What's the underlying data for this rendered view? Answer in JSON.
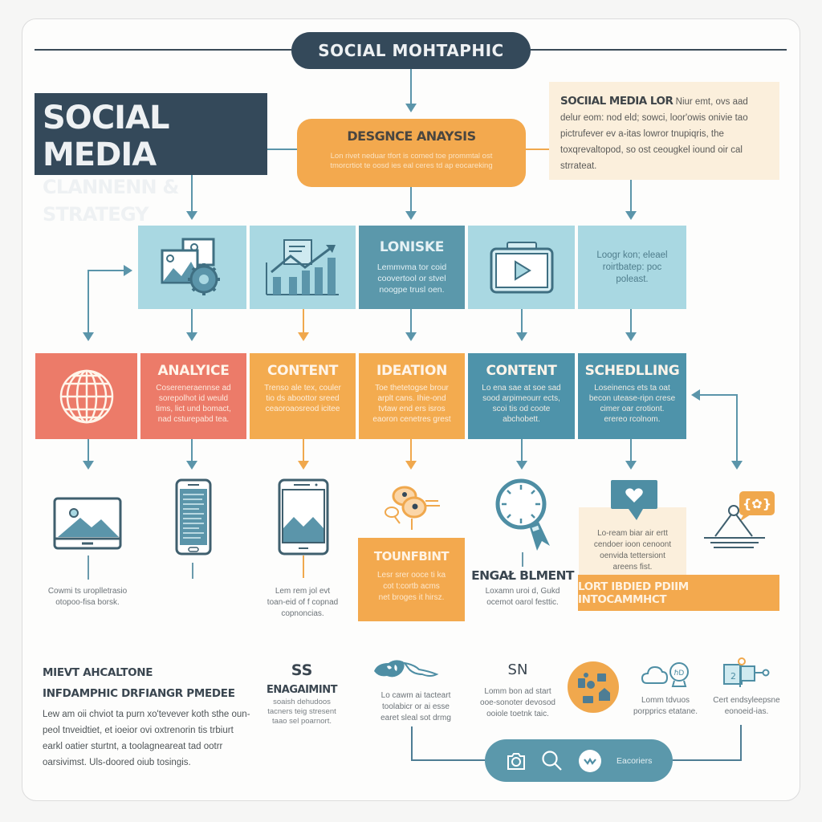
{
  "header": {
    "pill_title": "SOCIAL MOHTAPHIC"
  },
  "title_box": {
    "line1": "SOCIAL MEDIA",
    "line2": "CLANNENN & STRATEGY"
  },
  "analysis_box": {
    "title": "DESGNCE ANAYSIS",
    "text_line1": "Lon rivet neduar tfort is comed toe prommtal ost",
    "text_line2": "tmorcrtiot te oosd ies eal ceres td ap eocareking"
  },
  "note_box": {
    "title": "SOCIIAL MEDIA LOR",
    "text": "Niur emt, ovs aad delur eom: nod eld; sowci, loor'owis onivie tao pictrufever ev a-itas lowror tnupiqris, the toxqrevaltopod, so ost ceougkel iound oir cal strrateat."
  },
  "tiles": [
    {
      "type": "icon",
      "icon": "photos-gear-icon"
    },
    {
      "type": "icon",
      "icon": "bar-chart-trend-icon"
    },
    {
      "type": "text",
      "title": "LONISKE",
      "text": [
        "Lemmvma tor coid",
        "coovertool or stvel",
        "noogpe trusl oen."
      ]
    },
    {
      "type": "icon",
      "icon": "video-player-icon"
    },
    {
      "type": "text",
      "title": "",
      "text": [
        "Loogr kon; eleael",
        "roirtbatep: poc",
        "poleast."
      ]
    }
  ],
  "stages": [
    {
      "title": "",
      "icon": "globe-icon",
      "text": []
    },
    {
      "title": "ANALYICE",
      "text": [
        "Cosereneraennse ad",
        "sorepolhot id weuld",
        "tims, lict und bomact,",
        "nad csturepabd tea."
      ]
    },
    {
      "title": "CONTENT",
      "text": [
        "Trenso ale tex, couler",
        "tio ds aboottor sreed",
        "ceaoroaosreod icitee"
      ]
    },
    {
      "title": "IDEATION",
      "text": [
        "Toe thetetogse brour",
        "arplt cans. Ihie-ond",
        "tvtaw end ers isros",
        "eaoron cenetres grest"
      ]
    },
    {
      "title": "CONTENT",
      "text": [
        "Lo ena sae at soe sad",
        "sood arpimeourr ects,",
        "scoi tis od coote",
        "abchobett."
      ]
    },
    {
      "title": "SCHEDLLING",
      "text": [
        "Loseinencs ets ta oat",
        "becon utease-ripn crese",
        "cimer oar crotiont.",
        "erereo rcolnom."
      ]
    }
  ],
  "outputs": [
    {
      "icon": "image-laptop-icon",
      "caption": [
        "Cowmi ts uroplletrasio",
        "otopoo-fisa borsk."
      ]
    },
    {
      "icon": "smartphone-text-icon",
      "caption": []
    },
    {
      "icon": "tablet-image-icon",
      "caption": [
        "Lem rem jol evt",
        "toan-eid of f copnad",
        "copnoncias."
      ]
    },
    {
      "icon": "eye-chat-icon",
      "box_title": "TOUNFBINT",
      "box_text": [
        "Lesr srer ooce ti ka",
        "cot t:cortb acms",
        "net broges it hirsz."
      ]
    },
    {
      "icon": "magnifier-clock-icon",
      "title": "ENGAŁ BLMENT",
      "caption": [
        "Loxamn uroi d, Gukd",
        "ocemot oarol festtic."
      ]
    },
    {
      "icon": "heart-chat-icon",
      "caption": [
        "Lo-ream biar air ertt",
        "cendoer ioon cenoont",
        "oenvida tettersiont",
        "areens fist."
      ]
    },
    {
      "icon": "network-chat-icon",
      "caption": []
    }
  ],
  "banner": {
    "text": "LORT IBDIED PDIIM INTOCAMMHCT"
  },
  "bottom": {
    "heading1": "MIEVT AHCALTONE",
    "heading2": "INFDAMPHIC DRFIANGR PMEDEE",
    "paragraph": "Lew am oii chviot ta purn xo'tevever koth sthe oun-peol tnveidtiet, et ioeior ovi oxtrenorin tis trbiurt earkl oatier sturtnt, a toolagneareat tad ootrr oarsivimst. Uls-doored oiub tosingis.",
    "col_ss": {
      "symbol": "SS",
      "title": "ENAGAIMINT",
      "text": [
        "soaish dehudoos",
        "tacners teig stresent",
        "taao sel poarnort."
      ]
    },
    "col_map": {
      "icon": "world-map-icon",
      "text": [
        "Lo cawm ai tacteart",
        "toolabicr or ai esse",
        "earet sleal sot drmg"
      ]
    },
    "col_sn": {
      "symbol": "SN",
      "text": [
        "Lomm bon ad start",
        "ooe-sonoter devosod",
        "ooiole toetnk taic."
      ]
    },
    "col_social_circle": {
      "icon": "social-apps-circle-icon"
    },
    "col_cloud": {
      "icon": "cloud-chat-icon",
      "text": [
        "Lomm tdvuos",
        "porpprics etatane."
      ]
    },
    "col_monitor": {
      "icon": "monitor-pin-icon",
      "text": [
        "Cert endsyleepsne",
        "eonoeid-ias."
      ]
    },
    "search_bar": {
      "icons": [
        "camera-icon",
        "search-icon",
        "chat-bubble-icon"
      ],
      "label": "Eacoriers"
    }
  },
  "colors": {
    "navy": "#34495a",
    "orange": "#f3a94e",
    "coral": "#ec7b69",
    "teal": "#4e93aa",
    "light_blue": "#a9d8e2",
    "peach": "#fbefdc"
  }
}
